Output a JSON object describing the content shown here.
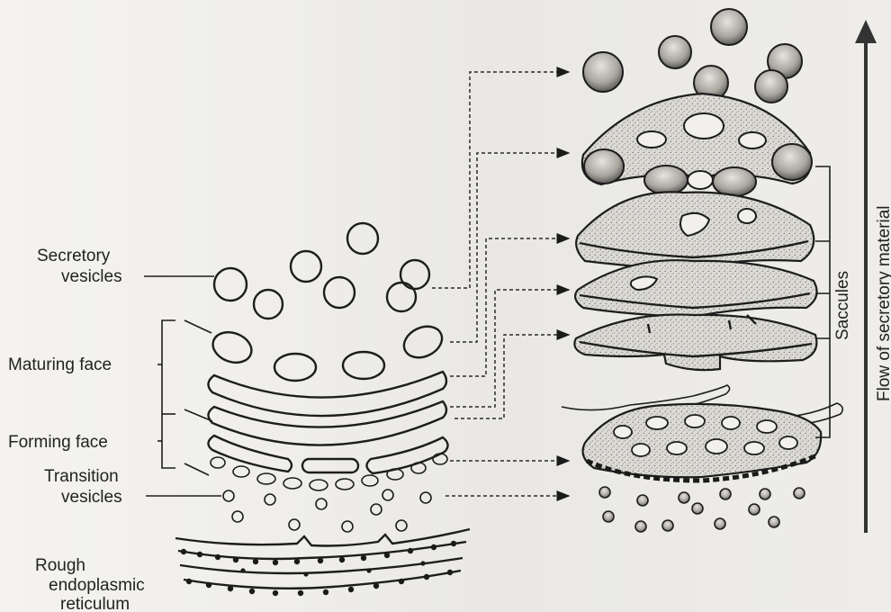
{
  "labels": {
    "secretory_vesicles_1": "Secretory",
    "secretory_vesicles_2": "vesicles",
    "maturing_face": "Maturing face",
    "forming_face": "Forming face",
    "transition_vesicles_1": "Transition",
    "transition_vesicles_2": "vesicles",
    "rough_er_1": "Rough",
    "rough_er_2": "endoplasmic",
    "rough_er_3": "reticulum",
    "saccules": "Saccules",
    "flow": "Flow of secretory material"
  }
}
